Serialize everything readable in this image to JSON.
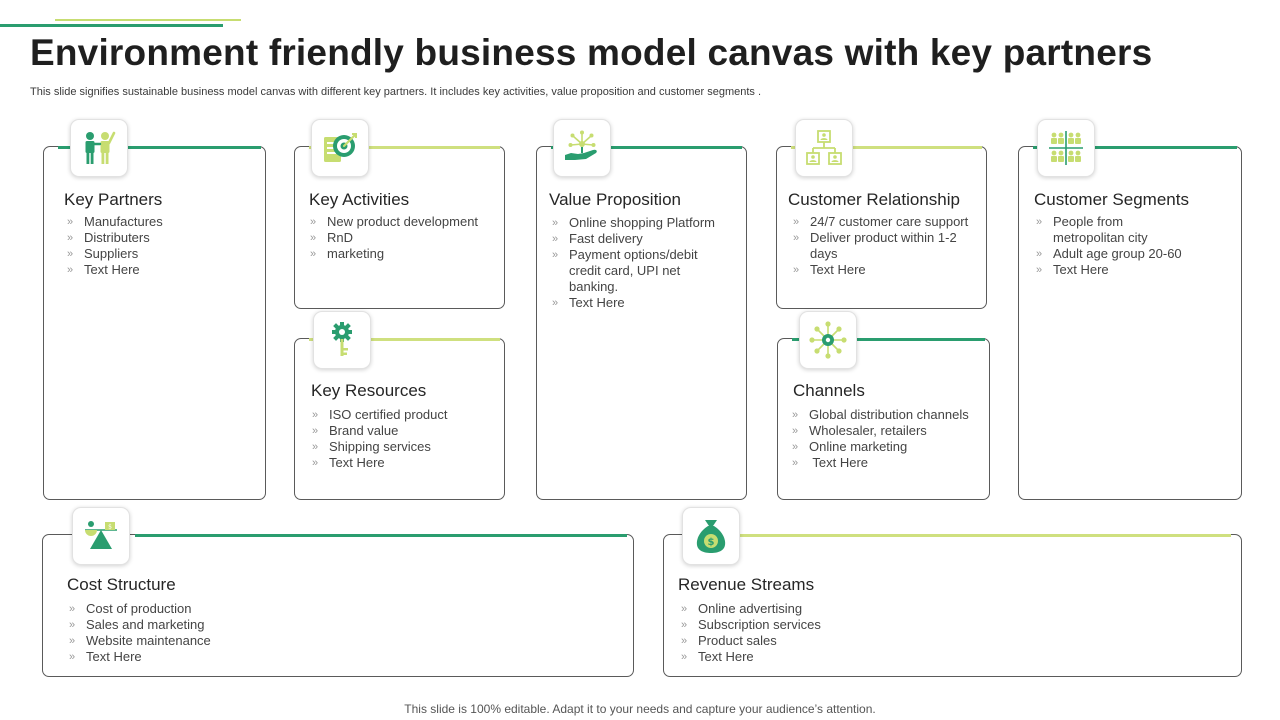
{
  "title": "Environment friendly business model canvas with key partners",
  "subtitle": "This slide signifies sustainable business model canvas with different key partners. It includes key activities, value proposition and customer segments .",
  "footer": "This slide is 100% editable. Adapt it to your needs and capture your audience’s attention.",
  "colors": {
    "green": "#2a9d6f",
    "lime": "#c7dd71"
  },
  "blocks": {
    "key_partners": {
      "icon": "partners-icon",
      "heading": "Key Partners",
      "items": [
        "Manufactures",
        "Distributers",
        "Suppliers",
        "Text Here"
      ]
    },
    "key_activities": {
      "icon": "target-icon",
      "heading": "Key Activities",
      "items": [
        "New product development",
        "RnD",
        "marketing"
      ]
    },
    "value_proposition": {
      "icon": "hand-plant-icon",
      "heading": "Value Proposition",
      "items": [
        "Online shopping Platform",
        "Fast delivery",
        "Payment options/debit credit card, UPI net banking.",
        "Text Here"
      ]
    },
    "customer_relationship": {
      "icon": "org-chart-icon",
      "heading": "Customer Relationship",
      "items": [
        "24/7 customer care support",
        "Deliver product within 1-2 days",
        "Text Here"
      ]
    },
    "customer_segments": {
      "icon": "people-grid-icon",
      "heading": "Customer Segments",
      "items": [
        "People from metropolitan city",
        "Adult age group 20-60",
        "Text Here"
      ]
    },
    "key_resources": {
      "icon": "gear-key-icon",
      "heading": "Key Resources",
      "items": [
        "ISO certified product",
        "Brand value",
        "Shipping services",
        "Text Here"
      ]
    },
    "channels": {
      "icon": "network-hub-icon",
      "heading": "Channels",
      "items": [
        "Global distribution channels",
        "Wholesaler, retailers",
        "Online marketing",
        " Text Here"
      ]
    },
    "cost_structure": {
      "icon": "balance-scale-icon",
      "heading": "Cost Structure",
      "items": [
        "Cost of production",
        "Sales and marketing",
        "Website maintenance",
        "Text Here"
      ]
    },
    "revenue_streams": {
      "icon": "money-bag-icon",
      "heading": "Revenue Streams",
      "items": [
        "Online advertising",
        "Subscription services",
        "Product sales",
        "Text Here"
      ]
    }
  }
}
